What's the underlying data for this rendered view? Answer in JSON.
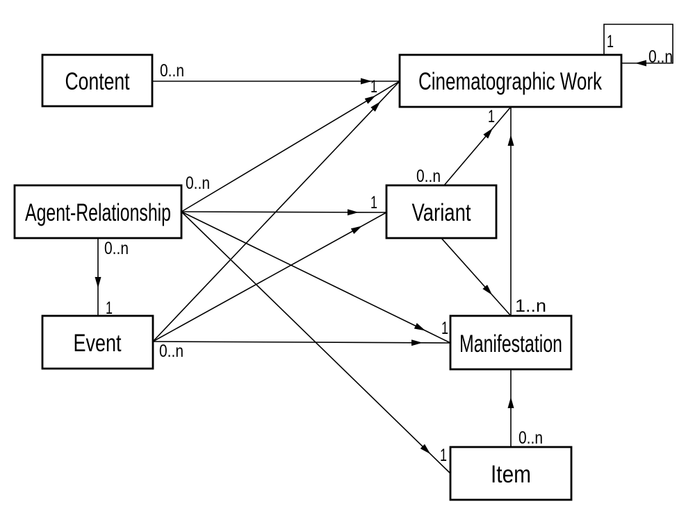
{
  "diagram": {
    "type": "entity-relationship",
    "background_color": "#ffffff",
    "line_color": "#000000",
    "nodes": [
      {
        "id": "content",
        "label": "Content"
      },
      {
        "id": "cinematographic-work",
        "label": "Cinematographic Work"
      },
      {
        "id": "agent-relationship",
        "label": "Agent-Relationship"
      },
      {
        "id": "variant",
        "label": "Variant"
      },
      {
        "id": "event",
        "label": "Event"
      },
      {
        "id": "manifestation",
        "label": "Manifestation"
      },
      {
        "id": "item",
        "label": "Item"
      }
    ],
    "edges": [
      {
        "from": "content",
        "to": "cinematographic-work",
        "source_card": "0..n",
        "target_card": "1"
      },
      {
        "from": "cinematographic-work",
        "to": "cinematographic-work",
        "source_card": "1",
        "target_card": "0..n"
      },
      {
        "from": "agent-relationship",
        "to": "cinematographic-work",
        "source_card": "0..n"
      },
      {
        "from": "agent-relationship",
        "to": "variant",
        "target_card": "1"
      },
      {
        "from": "agent-relationship",
        "to": "manifestation",
        "target_card": "1"
      },
      {
        "from": "agent-relationship",
        "to": "item",
        "target_card": "1"
      },
      {
        "from": "agent-relationship",
        "to": "event",
        "source_card": "0..n",
        "target_card": "1"
      },
      {
        "from": "event",
        "to": "cinematographic-work"
      },
      {
        "from": "event",
        "to": "variant"
      },
      {
        "from": "event",
        "to": "manifestation",
        "source_card": "0..n"
      },
      {
        "from": "variant",
        "to": "cinematographic-work",
        "source_card": "0..n",
        "target_card": "1"
      },
      {
        "from": "variant",
        "to": "manifestation"
      },
      {
        "from": "manifestation",
        "to": "cinematographic-work",
        "source_card": "1..n"
      },
      {
        "from": "item",
        "to": "manifestation",
        "source_card": "0..n"
      }
    ]
  }
}
